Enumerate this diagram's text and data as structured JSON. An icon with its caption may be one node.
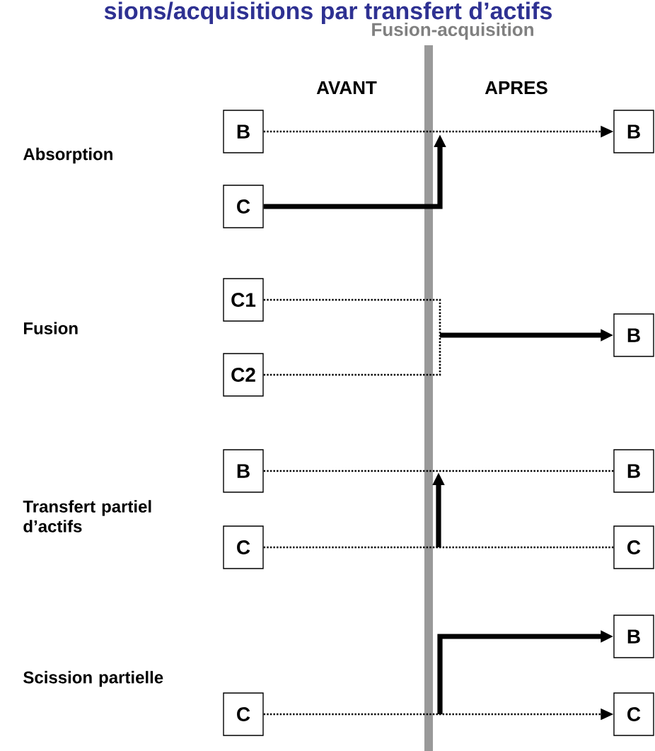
{
  "diagram": {
    "title": "sions/acquisitions par transfert d’actifs",
    "nodes": [
      {
        "text": [
          "B"
        ]
      },
      {
        "text": [
          "C"
        ]
      },
      {
        "text": [
          "B"
        ]
      },
      {
        "text": [
          "C1"
        ]
      },
      {
        "text": [
          "C2"
        ]
      },
      {
        "text": [
          "B"
        ]
      },
      {
        "text": [
          "B"
        ]
      },
      {
        "text": [
          "C"
        ]
      },
      {
        "text": [
          "B"
        ]
      },
      {
        "text": [
          "C"
        ]
      },
      {
        "text": [
          "B"
        ]
      },
      {
        "text": [
          "C"
        ]
      },
      {
        "text": [
          "C"
        ]
      }
    ],
    "edges": [
      {
        "from": 0,
        "to": 2,
        "arrow": "to",
        "style": "dashed"
      },
      {
        "from": 1,
        "to": null,
        "arrow": "to",
        "style": "thick"
      },
      {
        "from": 3,
        "to": 5,
        "arrow": "to",
        "style": "dashed"
      },
      {
        "from": 4,
        "to": 5,
        "arrow": "to",
        "style": "dashed"
      },
      {
        "from": 6,
        "to": 8,
        "arrow": "none",
        "style": "dashed"
      },
      {
        "from": 7,
        "to": 9,
        "arrow": "none",
        "style": "dashed"
      },
      {
        "from": 11,
        "to": 12,
        "arrow": "to",
        "style": "dashed"
      },
      {
        "from": null,
        "to": 10,
        "arrow": "to",
        "style": "thick"
      }
    ],
    "labels": [
      "Fusion-acquisition",
      "AVANT",
      "APRES",
      "Absorption",
      "Fusion",
      "Transfert partiel d’actifs",
      "Scission partielle"
    ]
  }
}
